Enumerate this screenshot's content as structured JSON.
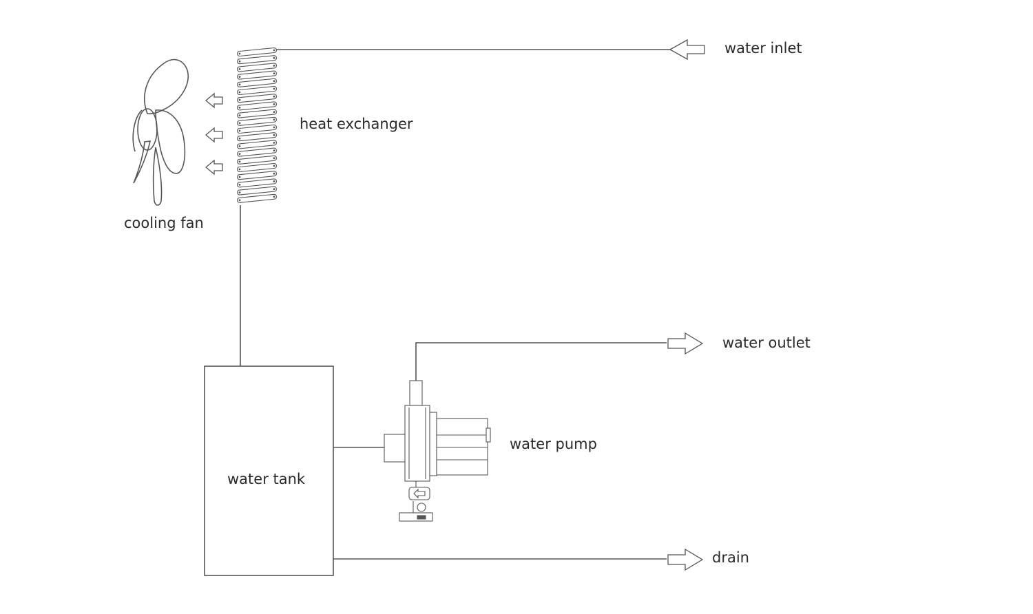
{
  "labels": {
    "water_inlet": "water inlet",
    "heat_exchanger": "heat exchanger",
    "cooling_fan": "cooling fan",
    "water_outlet": "water outlet",
    "water_pump": "water pump",
    "water_tank": "water tank",
    "drain": "drain"
  },
  "colors": {
    "line": "#555555",
    "text": "#2a2a2a",
    "background": "#ffffff"
  },
  "icons": {
    "fan": "propeller-fan-icon",
    "exchanger": "coil-heat-exchanger-icon",
    "pump": "centrifugal-pump-icon",
    "arrow": "hollow-arrow-icon"
  }
}
